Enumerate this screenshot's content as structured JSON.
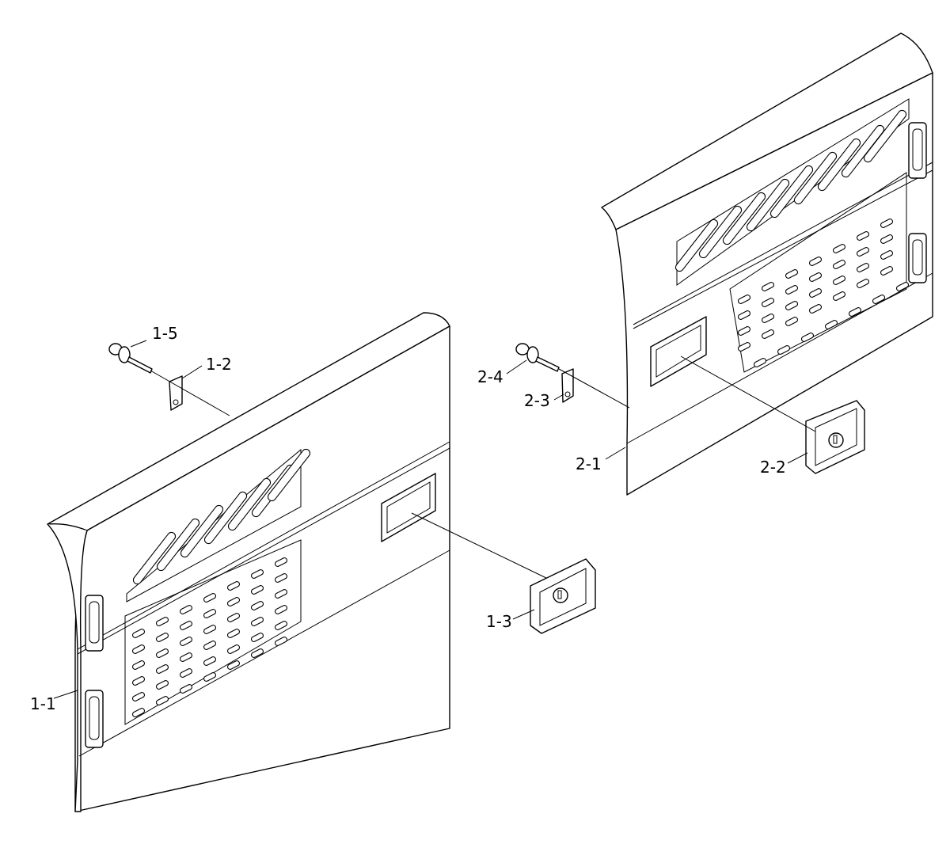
{
  "callouts": {
    "c1_1": "1-1",
    "c1_2": "1-2",
    "c1_3": "1-3",
    "c1_5": "1-5",
    "c2_1": "2-1",
    "c2_2": "2-2",
    "c2_3": "2-3",
    "c2_4": "2-4"
  }
}
